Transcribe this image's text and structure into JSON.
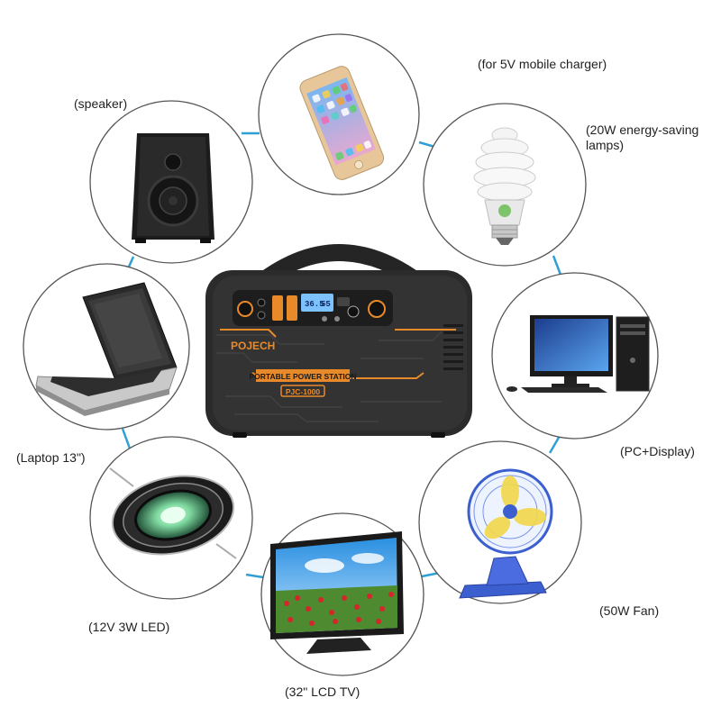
{
  "labels": {
    "mobile": "(for 5V mobile charger)",
    "speaker": "(speaker)",
    "lamps": "(20W energy-saving lamps)",
    "laptop": "(Laptop 13\")",
    "pc": "(PC+Display)",
    "fan": "(50W Fan)",
    "led": "(12V 3W LED)",
    "tv": "(32\" LCD TV)"
  },
  "device": {
    "brand": "POJECH",
    "banner": "PORTABLE POWER STATION",
    "model": "PJC-1000",
    "display_left": "36.5",
    "display_right": "55"
  },
  "colors": {
    "connector": "#2f9fd6",
    "circle_border": "#555555",
    "accent": "#e98a2a",
    "body": "#2b2b2b"
  }
}
